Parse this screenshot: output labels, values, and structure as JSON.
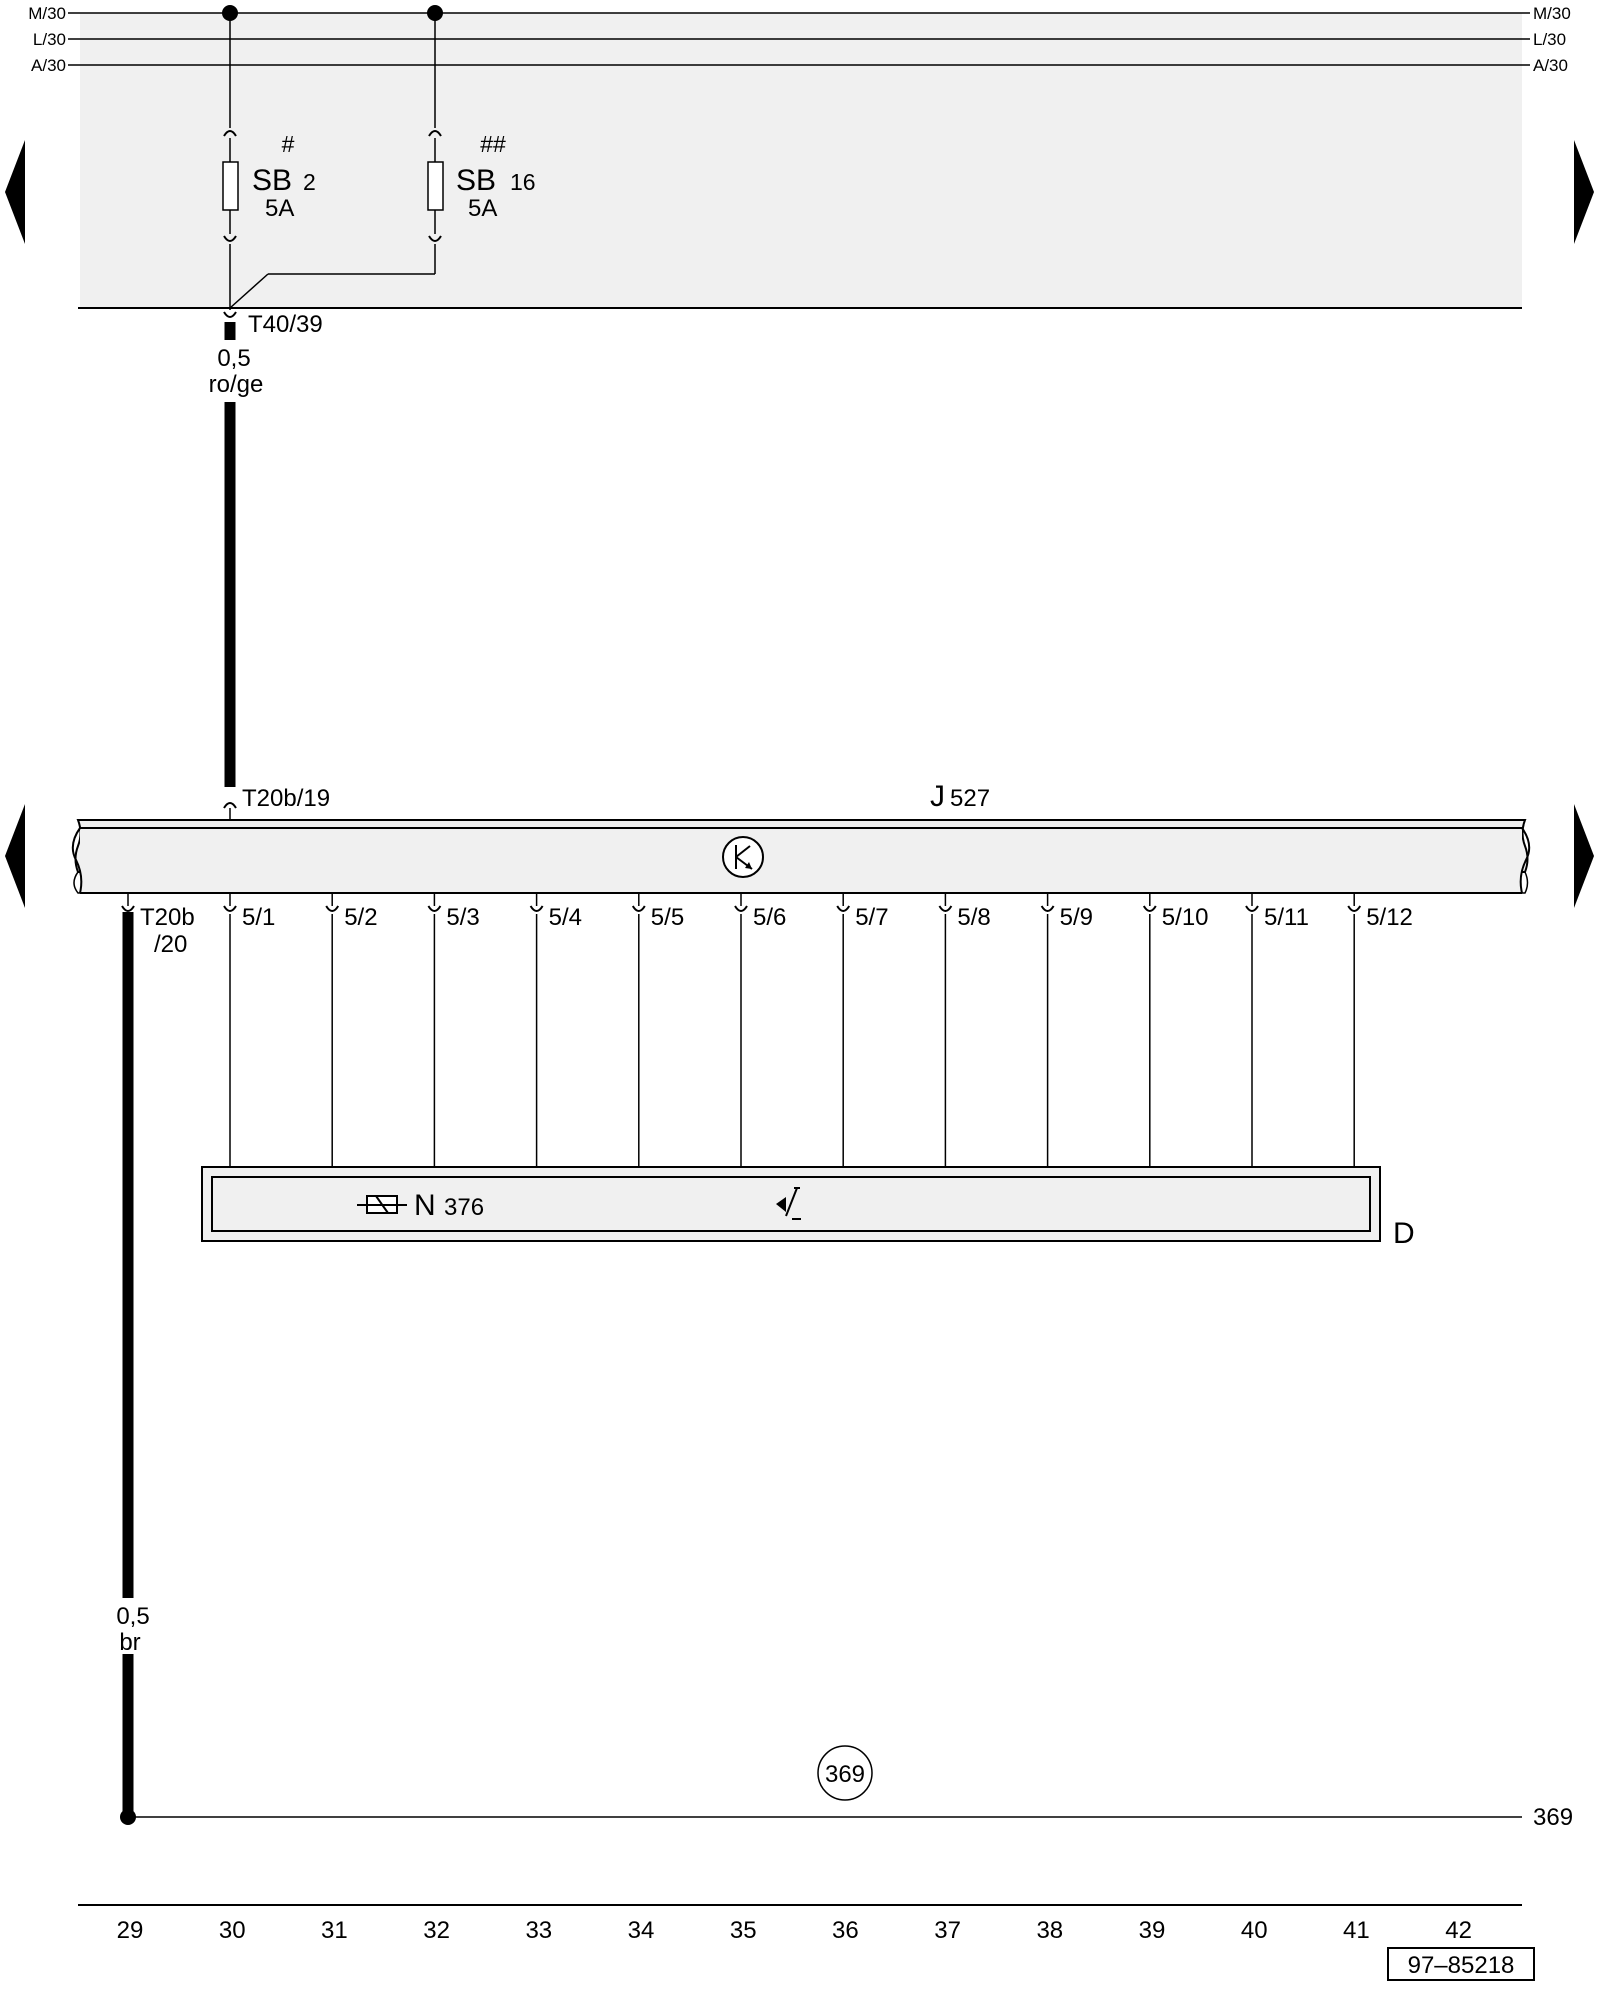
{
  "bus": {
    "left": [
      "M/30",
      "L/30",
      "A/30"
    ],
    "right": [
      "M/30",
      "L/30",
      "A/30"
    ]
  },
  "fuses": [
    {
      "mark": "#",
      "name": "SB",
      "sub": "2",
      "rating": "5A"
    },
    {
      "mark": "##",
      "name": "SB",
      "sub": "16",
      "rating": "5A"
    }
  ],
  "connectors": {
    "t40": "T40/39",
    "t20b19": "T20b/19",
    "t20b20_a": "T20b",
    "t20b20_b": "/20"
  },
  "wires": {
    "upper": {
      "gauge": "0,5",
      "color": "ro/ge"
    },
    "lower": {
      "gauge": "0,5",
      "color": "br"
    }
  },
  "module": {
    "name": "J",
    "sub": "527"
  },
  "pins": [
    "5/1",
    "5/2",
    "5/3",
    "5/4",
    "5/5",
    "5/6",
    "5/7",
    "5/8",
    "5/9",
    "5/10",
    "5/11",
    "5/12"
  ],
  "component": {
    "name": "N",
    "sub": "376",
    "group": "D"
  },
  "ground": {
    "circle": "369",
    "end": "369"
  },
  "columns": [
    "29",
    "30",
    "31",
    "32",
    "33",
    "34",
    "35",
    "36",
    "37",
    "38",
    "39",
    "40",
    "41",
    "42"
  ],
  "doc_id": "97–85218"
}
